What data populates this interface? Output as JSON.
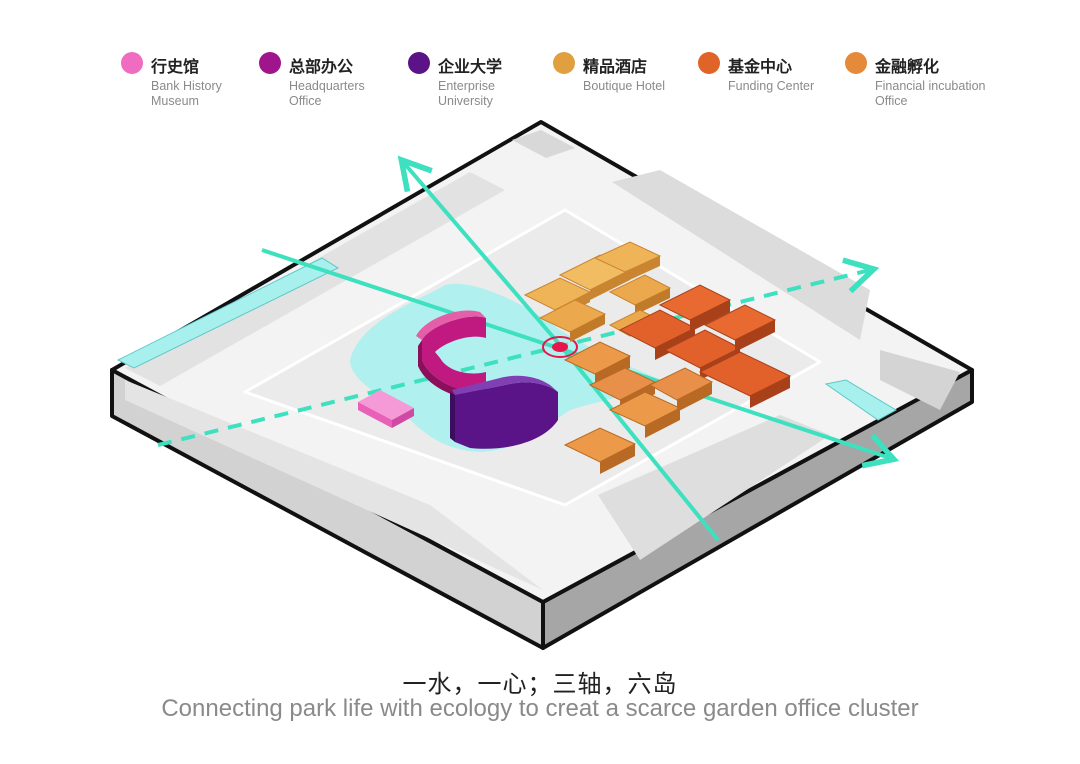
{
  "legend": [
    {
      "cn": "行史馆",
      "en": "Bank History Museum",
      "color": "#f06cc0"
    },
    {
      "cn": "总部办公",
      "en": "Headquarters Office",
      "color": "#a0148c"
    },
    {
      "cn": "企业大学",
      "en": "Enterprise University",
      "color": "#5a1487"
    },
    {
      "cn": "精品酒店",
      "en": "Boutique Hotel",
      "color": "#e0a040"
    },
    {
      "cn": "基金中心",
      "en": "Funding Center",
      "color": "#e06428"
    },
    {
      "cn": "金融孵化",
      "en": "Financial incubation Office",
      "color": "#e58a3a"
    }
  ],
  "colors": {
    "axis": "#3de0bf",
    "water": "#a8f0ee",
    "node": "#e8164a"
  },
  "caption": {
    "cn": "一水，一心；三轴，六岛",
    "en": "Connecting park life with ecology to creat a scarce garden office cluster"
  }
}
